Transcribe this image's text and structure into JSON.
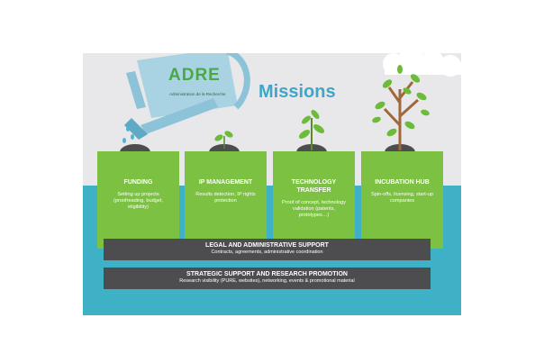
{
  "title": "Missions",
  "logo": {
    "brand": "ADRE",
    "tagline": "Administration de la Recherche"
  },
  "missions": [
    {
      "title": "FUNDING",
      "desc": "Setting up projects (proofreading, budget, eligibility)"
    },
    {
      "title": "IP MANAGEMENT",
      "desc": "Results detection, IP rights protection"
    },
    {
      "title": "TECHNOLOGY TRANSFER",
      "desc": "Proof of concept, technology validation (patents, prototypes…)"
    },
    {
      "title": "INCUBATION HUB",
      "desc": "Spin-offs, licensing, start-up companies"
    }
  ],
  "bars": [
    {
      "title": "LEGAL AND ADMINISTRATIVE SUPPORT",
      "desc": "Contracts, agreements, administrative coordination"
    },
    {
      "title": "STRATEGIC SUPPORT AND RESEARCH PROMOTION",
      "desc": "Research visibility (PURE, websites), networking, events & promotional material"
    }
  ],
  "colors": {
    "green": "#7cc142",
    "water": "#3fb1c6",
    "bar": "#4d4d4f",
    "title": "#3fa6c9",
    "background": "#e8e8ea"
  }
}
